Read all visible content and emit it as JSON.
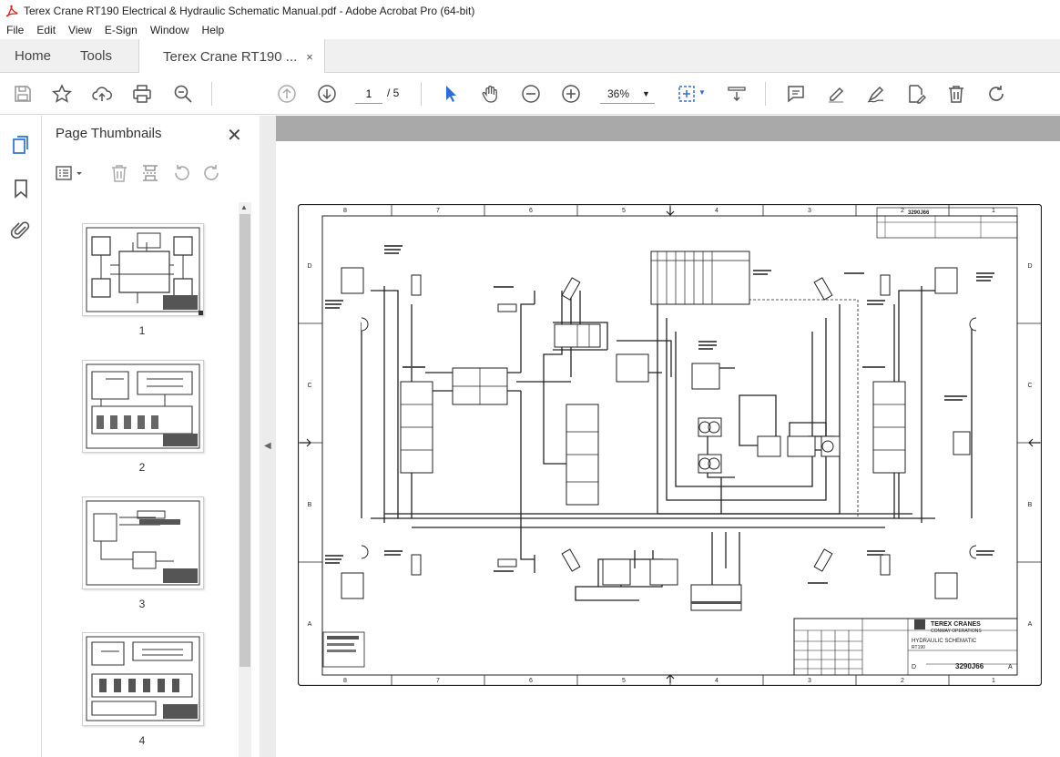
{
  "window": {
    "title": "Terex Crane RT190 Electrical & Hydraulic Schematic Manual.pdf - Adobe Acrobat Pro (64-bit)"
  },
  "menu": [
    "File",
    "Edit",
    "View",
    "E-Sign",
    "Window",
    "Help"
  ],
  "tabs": {
    "home": "Home",
    "tools": "Tools",
    "document": "Terex Crane RT190 ...",
    "close": "×"
  },
  "toolbar": {
    "page_current": "1",
    "page_total": "/  5",
    "zoom": "36%",
    "zoom_caret": "▼"
  },
  "sidepanel": {
    "title": "Page Thumbnails",
    "close": "✕",
    "thumbnails": [
      {
        "number": "1"
      },
      {
        "number": "2"
      },
      {
        "number": "3"
      },
      {
        "number": "4"
      }
    ]
  },
  "schematic": {
    "drawing_number": "3290J66",
    "company": "TEREX CRANES",
    "division": "CONWAY OPERATIONS",
    "title": "HYDRAULIC SCHEMATIC",
    "model": "RT190",
    "size": "D",
    "revision": "A",
    "zones_top": [
      "8",
      "7",
      "6",
      "5",
      "4",
      "3",
      "2",
      "1"
    ],
    "zones_side": [
      "D",
      "C",
      "B",
      "A"
    ]
  }
}
